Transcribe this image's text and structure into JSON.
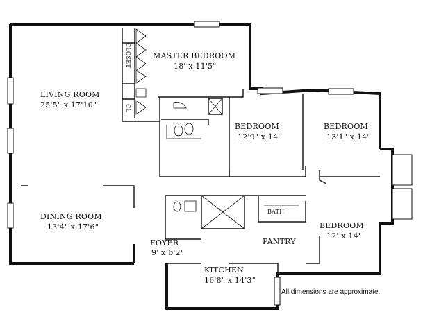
{
  "rooms": {
    "living": {
      "name": "LIVING ROOM",
      "dims": "25'5\" x 17'10\""
    },
    "dining": {
      "name": "DINING ROOM",
      "dims": "13'4\" x 17'6\""
    },
    "master": {
      "name": "MASTER BEDROOM",
      "dims": "18' x 11'5\""
    },
    "bedroom1": {
      "name": "BEDROOM",
      "dims": "12'9\" x 14'"
    },
    "bedroom2": {
      "name": "BEDROOM",
      "dims": "13'1\" x 14'"
    },
    "bedroom3": {
      "name": "BEDROOM",
      "dims": "12' x 14'"
    },
    "foyer": {
      "name": "FOYER",
      "dims": "9' x 6'2\""
    },
    "kitchen": {
      "name": "KITCHEN",
      "dims": "16'8\" x 14'3\""
    },
    "pantry": {
      "name": "PANTRY"
    },
    "bath": {
      "name": "BATH"
    },
    "closet": {
      "name": "CLOSET"
    },
    "closet_short": {
      "name": "CL"
    }
  },
  "note": "All dimensions are approximate."
}
